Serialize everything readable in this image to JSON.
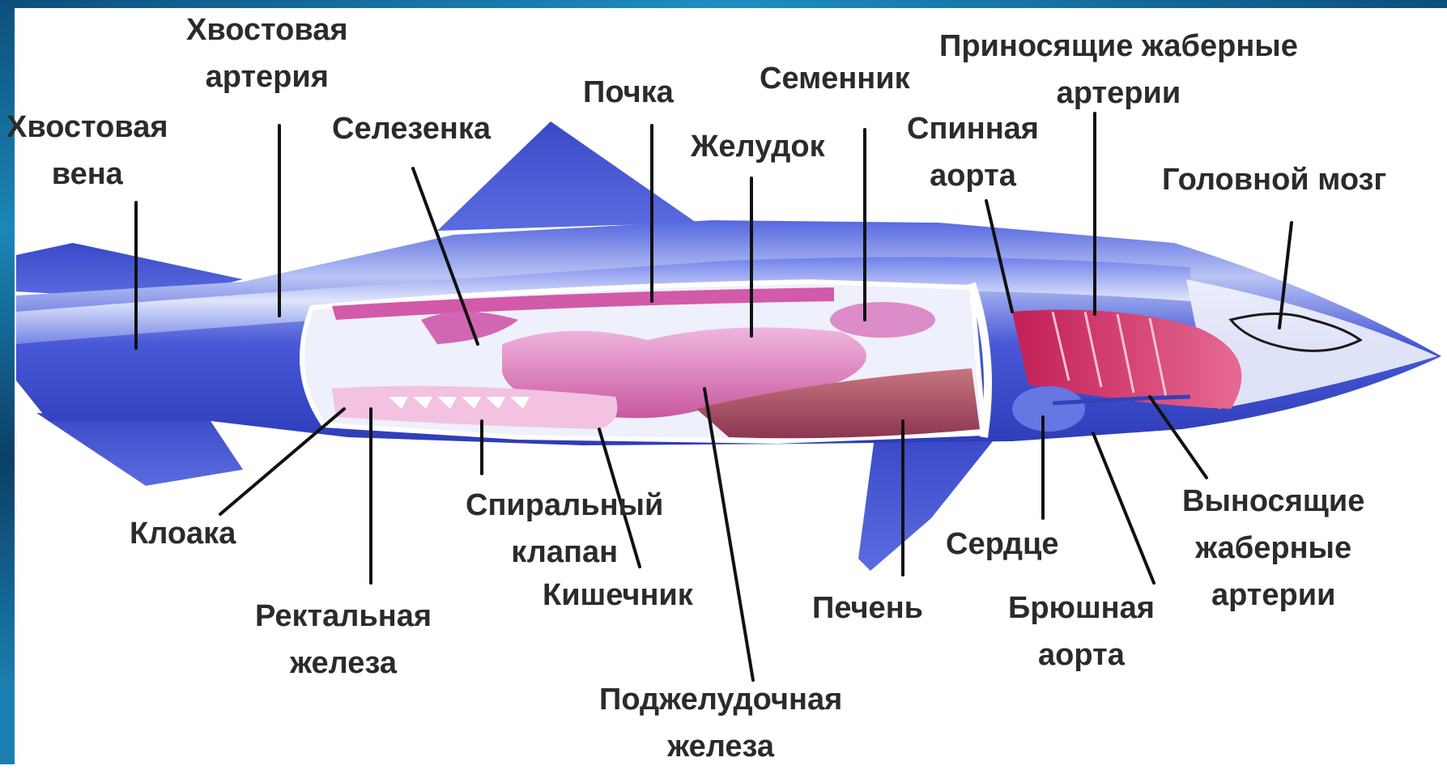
{
  "labels": {
    "tail_artery": [
      "Хвостовая",
      "артерия"
    ],
    "tail_vein": [
      "Хвостовая",
      "вена"
    ],
    "spleen": "Селезенка",
    "kidney": "Почка",
    "stomach": "Желудок",
    "testis": "Семенник",
    "dorsal_aorta": [
      "Спинная",
      "аорта"
    ],
    "afferent_arteries": [
      "Приносящие жаберные",
      "артерии"
    ],
    "brain": "Головной мозг",
    "cloaca": "Клоака",
    "rectal_gland": [
      "Ректальная",
      "железа"
    ],
    "spiral_valve": [
      "Спиральный",
      "клапан"
    ],
    "intestine": "Кишечник",
    "pancreas": [
      "Поджелудочная",
      "железа"
    ],
    "liver": "Печень",
    "heart": "Сердце",
    "ventral_aorta": [
      "Брюшная",
      "аорта"
    ],
    "efferent_arteries": [
      "Выносящие",
      "жаберные",
      "артерии"
    ]
  },
  "colors": {
    "body_blue": "#3d4fd0",
    "body_light": "#a9b6f0",
    "organ_pink": "#e08ac8",
    "organ_dark": "#a02b6a",
    "liver": "#b85a6a",
    "label_text": "#2b2b2b"
  }
}
